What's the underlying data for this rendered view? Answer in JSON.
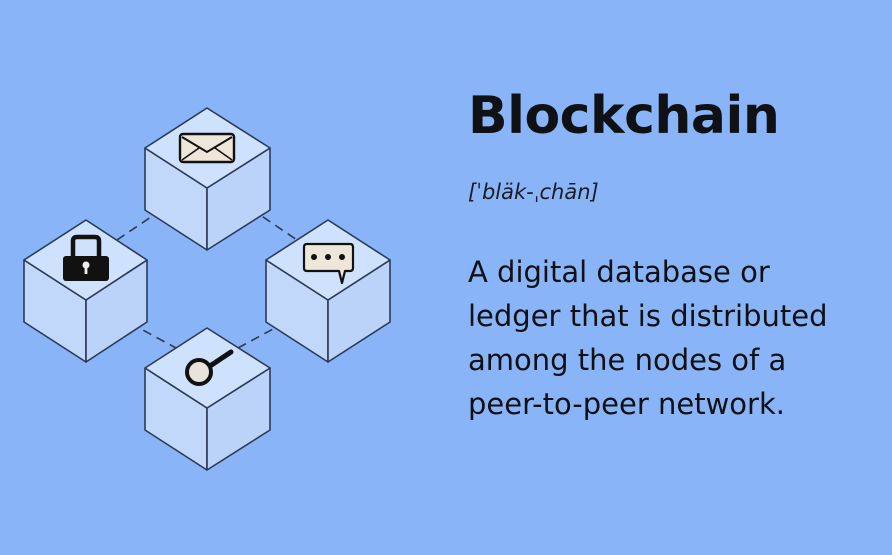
{
  "slide": {
    "title": "Blockchain",
    "phonetic": "[ˈbläk-ˌchān]",
    "definition_lines": [
      "A digital database or",
      "ledger that is distributed",
      "among the nodes of a",
      "peer-to-peer network."
    ]
  },
  "diagram": {
    "nodes": [
      {
        "position": "top",
        "icon": "envelope-icon"
      },
      {
        "position": "left",
        "icon": "padlock-icon"
      },
      {
        "position": "right",
        "icon": "chat-bubble-icon"
      },
      {
        "position": "bottom",
        "icon": "magnifier-icon"
      }
    ],
    "connections": "dashed lines linking cubes in a diamond ring"
  },
  "colors": {
    "background": "#8ab4f8",
    "cube_face": "#c7dcfb",
    "cube_stroke": "#2b3a55",
    "text": "#0f1115"
  }
}
